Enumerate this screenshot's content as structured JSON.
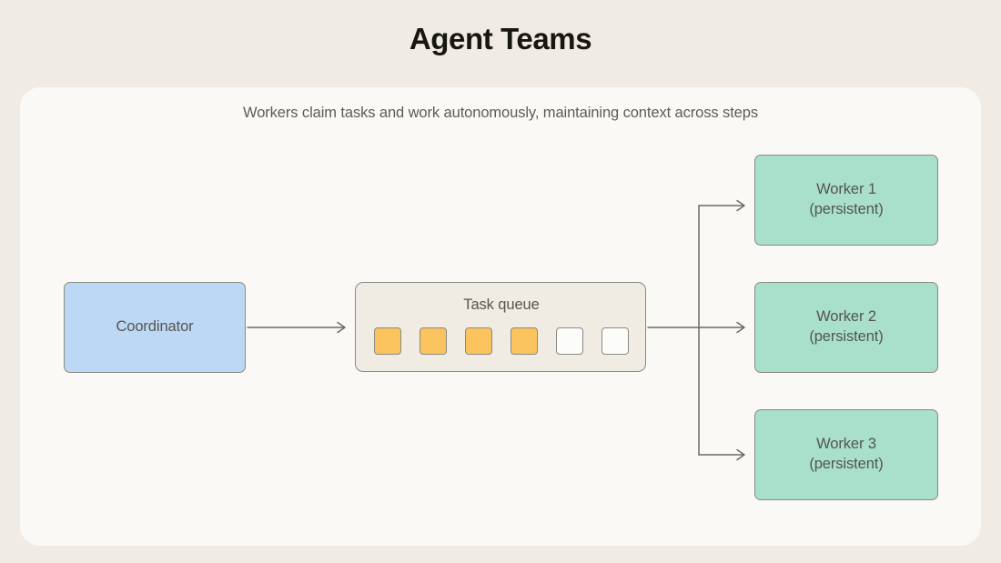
{
  "header": {
    "title": "Agent Teams"
  },
  "card": {
    "subtitle": "Workers claim tasks and work autonomously, maintaining context across steps"
  },
  "diagram": {
    "coordinator": {
      "label": "Coordinator",
      "color": "#bcd8f5"
    },
    "queue": {
      "label": "Task queue",
      "color": "#f0ece4",
      "slots": [
        {
          "state": "filled",
          "color": "#fbc35e"
        },
        {
          "state": "filled",
          "color": "#fbc35e"
        },
        {
          "state": "filled",
          "color": "#fbc35e"
        },
        {
          "state": "filled",
          "color": "#fbc35e"
        },
        {
          "state": "empty",
          "color": "#fcfcfa"
        },
        {
          "state": "empty",
          "color": "#fcfcfa"
        }
      ],
      "filled_count": 4,
      "total_count": 6
    },
    "workers": [
      {
        "name": "Worker 1",
        "state": "(persistent)",
        "color": "#a8e0cb"
      },
      {
        "name": "Worker 2",
        "state": "(persistent)",
        "color": "#a8e0cb"
      },
      {
        "name": "Worker 3",
        "state": "(persistent)",
        "color": "#a8e0cb"
      }
    ],
    "connectors": {
      "stroke_color": "#6b6b66",
      "coordinator_to_queue": "arrow",
      "queue_to_workers": "fan-out-arrows"
    }
  },
  "colors": {
    "page_background": "#f0ece5",
    "card_background": "#faf9f6",
    "title_text": "#17160f",
    "body_text": "#55554f",
    "border": "#8a8a84"
  }
}
